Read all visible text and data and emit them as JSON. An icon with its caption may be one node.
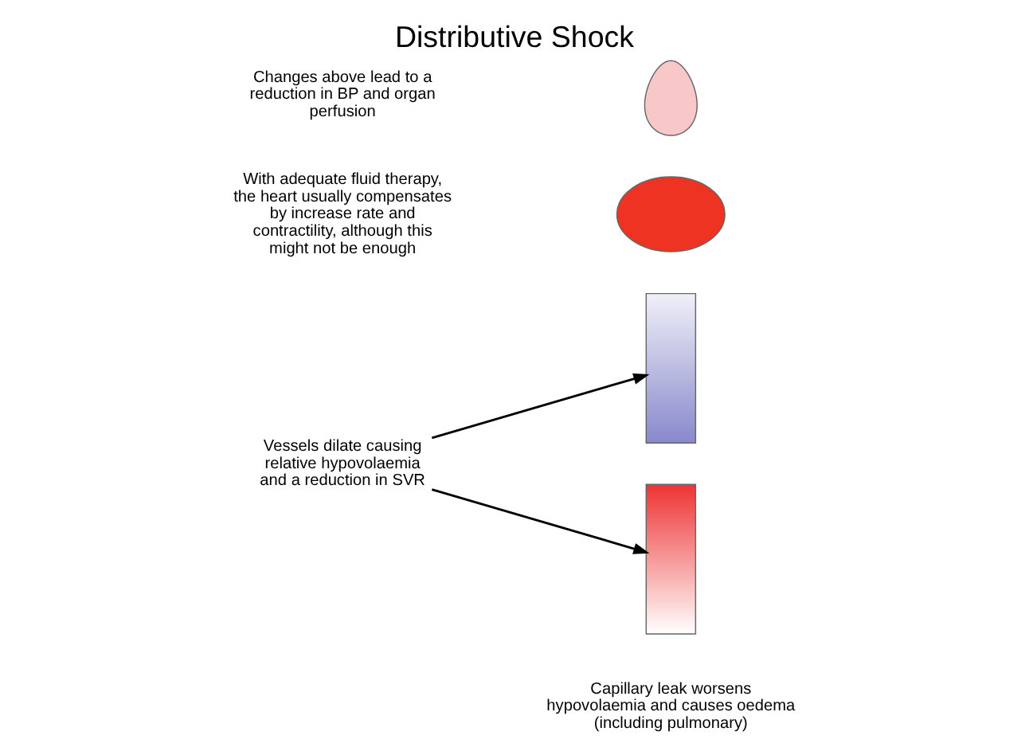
{
  "diagram": {
    "title": "Distributive Shock",
    "nodes": [
      {
        "text": [
          "Vessels dilate causing relative hypovolaemia and a reduction in SVR"
        ]
      },
      {
        "text": [],
        "shape": "heart"
      },
      {
        "text": [],
        "shape": "arc"
      },
      {
        "text": [],
        "shape": "arc"
      },
      {
        "text": [],
        "shape": "kidney"
      }
    ],
    "edges": [
      {
        "from": 0,
        "to": 2,
        "arrow": "to"
      },
      {
        "from": 0,
        "to": 3,
        "arrow": "to"
      }
    ],
    "labels": [
      "With adequate fluid therapy, the heart usually compensates by increase rate and contractility, although this might not be enough",
      "Capillary leak worsens hypovolaemia and causes oedema (including pulmonary)",
      "Changes above lead to a reduction in BP and organ perfusion"
    ]
  }
}
